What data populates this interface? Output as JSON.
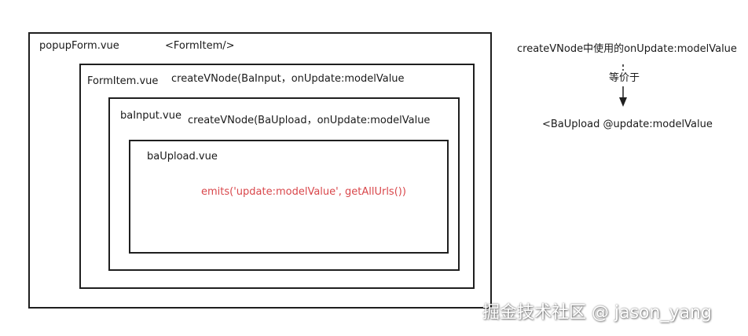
{
  "diagram": {
    "popup_form": {
      "title": "popupForm.vue",
      "tag": "<FormItem/>"
    },
    "form_item": {
      "title": "FormItem.vue",
      "call": "createVNode(BaInput，onUpdate:modelValue"
    },
    "ba_input": {
      "title": "baInput.vue",
      "call": "createVNode(BaUpload，onUpdate:modelValue"
    },
    "ba_upload": {
      "title": "baUpload.vue",
      "emit": "emits('update:modelValue', getAllUrls())"
    },
    "note": {
      "top": "createVNode中使用的onUpdate:modelValue",
      "middle": "等价于",
      "bottom": "<BaUpload @update:modelValue"
    },
    "colors": {
      "stroke": "#1f1f1f",
      "emit_text": "#d9474b"
    }
  },
  "watermark": "掘金技术社区 @ jason_yang"
}
